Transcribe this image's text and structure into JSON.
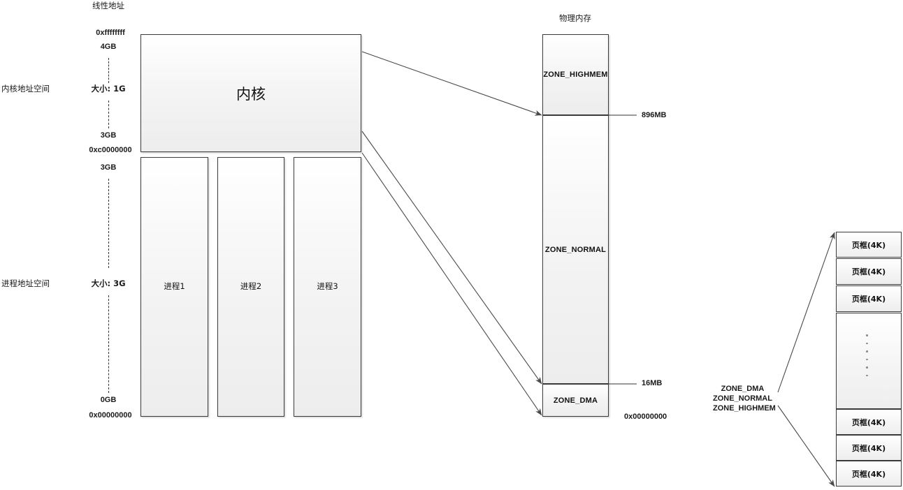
{
  "diagram": {
    "headers": {
      "linear_address": "线性地址",
      "physical_memory": "物理内存"
    },
    "side_labels": {
      "kernel_space": "内核地址空间",
      "process_space": "进程地址空间"
    },
    "linear_axis": {
      "kernel": {
        "top_hex": "0xffffffff",
        "top_size": "4GB",
        "size_label": "大小: 1G",
        "bottom_size": "3GB",
        "bottom_hex": "0xc0000000"
      },
      "process": {
        "top_size": "3GB",
        "size_label": "大小: 3G",
        "bottom_size": "0GB",
        "bottom_hex": "0x00000000"
      }
    },
    "kernel_box": {
      "label": "内核"
    },
    "process_boxes": [
      {
        "label": "进程1"
      },
      {
        "label": "进程2"
      },
      {
        "label": "进程3"
      }
    ],
    "physical_zones": [
      {
        "label": "ZONE_HIGHMEM"
      },
      {
        "label": "ZONE_NORMAL"
      },
      {
        "label": "ZONE_DMA"
      }
    ],
    "physical_markers": [
      {
        "label": "896MB"
      },
      {
        "label": "16MB"
      },
      {
        "label": "0x00000000"
      }
    ],
    "page_frames": [
      {
        "label": "页框(4K)"
      },
      {
        "label": "页框(4K)"
      },
      {
        "label": "页框(4K)"
      },
      {
        "label": ""
      },
      {
        "label": "页框(4K)"
      },
      {
        "label": "页框(4K)"
      },
      {
        "label": "页框(4K)"
      }
    ],
    "zone_list": {
      "line1": "ZONE_DMA",
      "line2": "ZONE_NORMAL",
      "line3": "ZONE_HIGHMEM"
    },
    "colors": {
      "stroke": "#3a3a3a",
      "arrow": "#555555",
      "box_fill_top": "#ffffff",
      "box_fill_bottom": "#ededed",
      "text": "#1a1a1a"
    }
  }
}
